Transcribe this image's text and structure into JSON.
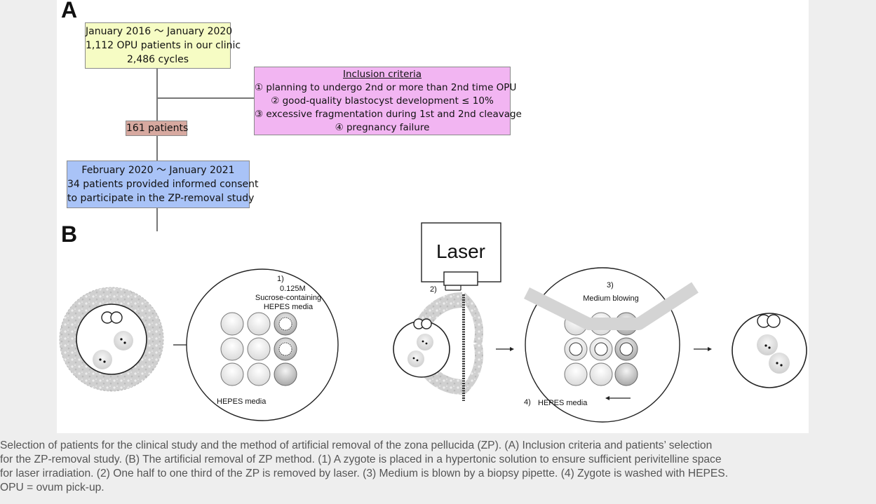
{
  "panel_a": {
    "letter": "A",
    "box1": {
      "lines": [
        "January 2016 〜 January 2020",
        "1,112 OPU patients in our clinic",
        "2,486 cycles"
      ]
    },
    "inclusion": {
      "title": "Inclusion criteria",
      "items": [
        {
          "num": "①",
          "text": "planning to undergo 2nd or more than 2nd time OPU"
        },
        {
          "num": "②",
          "text": "good-quality blastocyst development  ≤ 10%"
        },
        {
          "num": "③",
          "text": "excessive fragmentation during 1st and 2nd cleavage"
        },
        {
          "num": "④",
          "text": "pregnancy failure"
        }
      ]
    },
    "box_patients": "161 patients",
    "box3": {
      "lines": [
        "February 2020 〜 January 2021",
        "34 patients provided informed consent",
        "to participate in the ZP-removal study"
      ]
    },
    "colors": {
      "box1": "#f6fcc4",
      "inclusion": "#f2b5f2",
      "patients": "#d7a9a0",
      "box3": "#a9c3f7"
    }
  },
  "panel_b": {
    "letter": "B",
    "step1_num": "1)",
    "step1_label_l1": "0.125M",
    "step1_label_l2": "Sucrose-containing",
    "step1_label_l3": "HEPES media",
    "hepes_media_left": "HEPES media",
    "laser_label": "Laser",
    "step2_num": "2)",
    "step3_num": "3)",
    "step3_label": "Medium blowing",
    "step4_num": "4)",
    "hepes_media_right": "HEPES media"
  },
  "caption": {
    "lines": [
      "Selection of patients for the clinical study and the method of artificial removal of the zona pellucida (ZP). (A) Inclusion criteria and patients’ selection",
      "for the ZP-removal study. (B) The artificial removal of ZP method. (1) A zygote is placed in a hypertonic solution to ensure sufficient perivitelline space",
      "for laser irradiation. (2) One half to one third of the ZP is removed by laser. (3) Medium is blown by a biopsy pipette. (4) Zygote is washed with HEPES.",
      "OPU = ovum pick-up."
    ]
  }
}
